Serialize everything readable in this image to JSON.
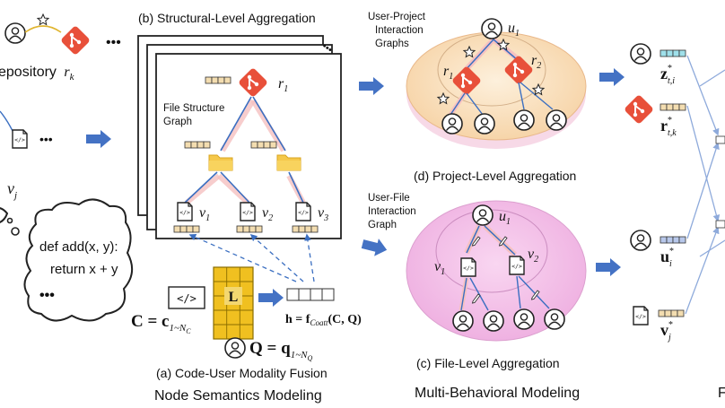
{
  "left": {
    "repository_label": "epository",
    "repository_var": "r",
    "repository_sub": "k",
    "file_var": "v",
    "file_sub": "j",
    "ellipsis": "•••",
    "code_line1": "def add(x, y):",
    "code_line2": "return x + y",
    "code_dots": "•••"
  },
  "panel_b": {
    "title": "(b) Structural-Level Aggregation",
    "graph_label_line1": "File Structure",
    "graph_label_line2": "Graph",
    "root_var": "r",
    "root_sub": "1",
    "leaves": [
      {
        "var": "v",
        "sub": "1"
      },
      {
        "var": "v",
        "sub": "2"
      },
      {
        "var": "v",
        "sub": "3"
      }
    ],
    "corner_dots": "•••"
  },
  "panel_a": {
    "title": "(a) Code-User Modality Fusion",
    "matrix_label": "L",
    "code_tag": "</>",
    "C_eq_left": "C = c",
    "C_sub": "1~N",
    "C_sub2": "C",
    "Q_eq_left": "Q = q",
    "Q_sub": "1~N",
    "Q_sub2": "Q",
    "h_eq": "h = f",
    "h_sub": "Coatt",
    "h_args": "(C, Q)"
  },
  "panel_d": {
    "graph_label_lines": [
      "User-Project",
      "Interaction",
      "Graphs"
    ],
    "user_var": "u",
    "user_sub": "1",
    "repo1": {
      "var": "r",
      "sub": "1"
    },
    "repo2": {
      "var": "r",
      "sub": "2"
    },
    "title": "(d) Project-Level Aggregation"
  },
  "panel_c": {
    "graph_label_lines": [
      "User-File",
      "Interaction",
      "Graph"
    ],
    "user_var": "u",
    "user_sub": "1",
    "file1": {
      "var": "v",
      "sub": "1"
    },
    "file2": {
      "var": "v",
      "sub": "2"
    },
    "title": "(c) File-Level Aggregation"
  },
  "right": {
    "z_label": "z",
    "z_sup": "*",
    "z_sub": "t,i",
    "r_label": "r",
    "r_sup": "*",
    "r_sub": "t,k",
    "u_label": "u",
    "u_sup": "*",
    "u_sub": "i",
    "v_label": "v",
    "v_sup": "*",
    "v_sub": "j",
    "edge_letter": "F"
  },
  "bottom": {
    "node_semantics": "Node Semantics Modeling",
    "multi_behavioral": "Multi-Behavioral Modeling"
  },
  "colors": {
    "git_red": "#e8503a",
    "arrow_blue": "#4472c4",
    "edge_blue": "#3b6fc1",
    "folder_yellow": "#f5c84a",
    "matrix_yellow": "#f0c020",
    "vector_tan": "#f3ddb0",
    "vector_cyan": "#9fe0ea",
    "vector_blue": "#b7c7ea",
    "project_disc": "#fbe3c4",
    "file_disc": "#f3bce8",
    "caption_blue": "#3f6fb5"
  }
}
